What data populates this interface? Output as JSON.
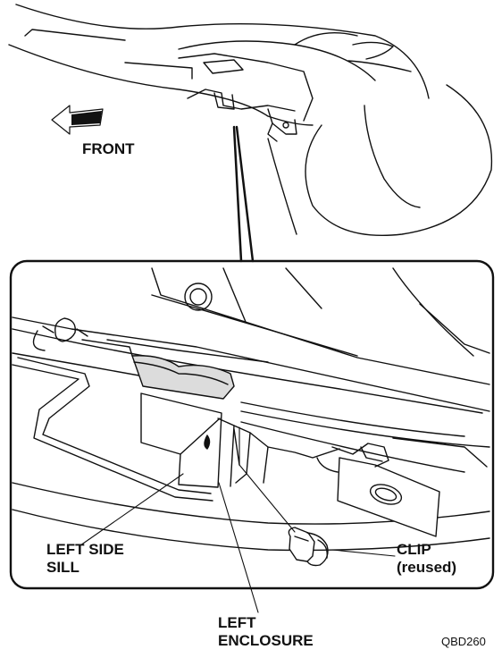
{
  "labels": {
    "front": "FRONT",
    "left_side_sill_line1": "LEFT SIDE",
    "left_side_sill_line2": "SILL",
    "clip_line1": "CLIP",
    "clip_line2": "(reused)",
    "left_enclosure_line1": "LEFT",
    "left_enclosure_line2": "ENCLOSURE"
  },
  "figure_code": "QBD260",
  "colors": {
    "ink": "#111111",
    "shade": "#dcdcdc",
    "background": "#ffffff"
  },
  "icons": {
    "front_arrow": "arrow-left-icon"
  }
}
